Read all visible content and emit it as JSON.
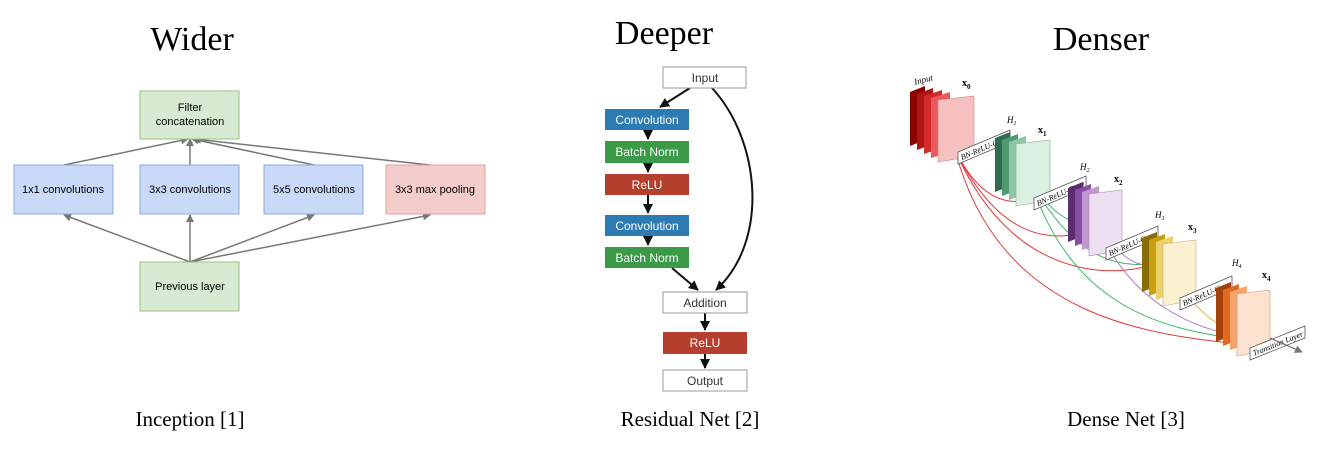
{
  "headings": {
    "wider": "Wider",
    "deeper": "Deeper",
    "denser": "Denser"
  },
  "captions": {
    "inception": "Inception [1]",
    "residual": "Residual Net [2]",
    "dense": "Dense Net [3]"
  },
  "inception": {
    "filter_concat_line1": "Filter",
    "filter_concat_line2": "concatenation",
    "conv1x1": "1x1 convolutions",
    "conv3x3": "3x3 convolutions",
    "conv5x5": "5x5 convolutions",
    "maxpool": "3x3 max pooling",
    "previous_layer": "Previous layer"
  },
  "residual": {
    "input": "Input",
    "conv1": "Convolution",
    "bn1": "Batch Norm",
    "relu1": "ReLU",
    "conv2": "Convolution",
    "bn2": "Batch Norm",
    "addition": "Addition",
    "relu2": "ReLU",
    "output": "Output"
  },
  "dense": {
    "input_label": "Input",
    "x0": "x",
    "x1": "x",
    "x2": "x",
    "x3": "x",
    "x4": "x",
    "x0_sub": "0",
    "x1_sub": "1",
    "x2_sub": "2",
    "x3_sub": "3",
    "x4_sub": "4",
    "h1": "H",
    "h2": "H",
    "h3": "H",
    "h4": "H",
    "h1_sub": "1",
    "h2_sub": "2",
    "h3_sub": "3",
    "h4_sub": "4",
    "bn_relu_conv": "BN-ReLU-Conv",
    "transition": "Transition Layer"
  },
  "colors": {
    "inception_green": "#d9ead3",
    "inception_blue": "#c9daf8",
    "inception_pink": "#f4cccc",
    "res_blue": "#2e7bb4",
    "res_green": "#3a9a48",
    "res_red": "#b6402e",
    "dense_red": "#e23b3b",
    "dense_green": "#3fb56b",
    "dense_purple": "#b07cc0",
    "dense_yellow": "#e2b829"
  }
}
